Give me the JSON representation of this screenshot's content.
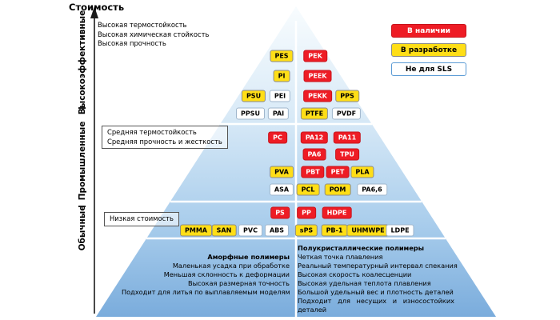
{
  "title": "Стоимость",
  "axis": {
    "tier_labels": [
      "Высокоэффективные",
      "Промышленные",
      "Обычные"
    ]
  },
  "legend": [
    {
      "label": "В наличии",
      "status": "available"
    },
    {
      "label": "В разработке",
      "status": "in_development"
    },
    {
      "label": "Не для SLS",
      "status": "not_for_sls"
    }
  ],
  "colors": {
    "available": "#EE1C25",
    "in_development": "#FFDE17",
    "not_for_sls": "#FFFFFF",
    "pyramid_top": "#F8FCFE",
    "pyramid_bottom": "#7AACDC"
  },
  "tiers": [
    {
      "name": "Высокоэффективные",
      "notes": [
        "Высокая термостойкость",
        "Высокая химическая стойкость",
        "Высокая прочность"
      ],
      "chips": [
        {
          "label": "PES",
          "status": "in_development"
        },
        {
          "label": "PEK",
          "status": "available"
        },
        {
          "label": "PI",
          "status": "in_development"
        },
        {
          "label": "PEEK",
          "status": "available"
        },
        {
          "label": "PSU",
          "status": "in_development"
        },
        {
          "label": "PEI",
          "status": "not_for_sls"
        },
        {
          "label": "PEKK",
          "status": "available"
        },
        {
          "label": "PPS",
          "status": "in_development"
        },
        {
          "label": "PPSU",
          "status": "not_for_sls"
        },
        {
          "label": "PAI",
          "status": "not_for_sls"
        },
        {
          "label": "PTFE",
          "status": "in_development"
        },
        {
          "label": "PVDF",
          "status": "not_for_sls"
        }
      ]
    },
    {
      "name": "Промышленные",
      "notes": [
        "Средняя термостойкость",
        "Средняя прочность и жесткость"
      ],
      "chips": [
        {
          "label": "PC",
          "status": "available"
        },
        {
          "label": "PA12",
          "status": "available"
        },
        {
          "label": "PA11",
          "status": "available"
        },
        {
          "label": "PA6",
          "status": "available"
        },
        {
          "label": "TPU",
          "status": "available"
        },
        {
          "label": "PVA",
          "status": "in_development"
        },
        {
          "label": "PBT",
          "status": "available"
        },
        {
          "label": "PET",
          "status": "available"
        },
        {
          "label": "PLA",
          "status": "in_development"
        },
        {
          "label": "ASA",
          "status": "not_for_sls"
        },
        {
          "label": "PCL",
          "status": "in_development"
        },
        {
          "label": "POM",
          "status": "in_development"
        },
        {
          "label": "PA6,6",
          "status": "not_for_sls"
        }
      ]
    },
    {
      "name": "Обычные",
      "notes": [
        "Низкая стоимость"
      ],
      "chips": [
        {
          "label": "PS",
          "status": "available"
        },
        {
          "label": "PP",
          "status": "available"
        },
        {
          "label": "HDPE",
          "status": "available"
        },
        {
          "label": "PMMA",
          "status": "in_development"
        },
        {
          "label": "SAN",
          "status": "in_development"
        },
        {
          "label": "PVC",
          "status": "not_for_sls"
        },
        {
          "label": "ABS",
          "status": "not_for_sls"
        },
        {
          "label": "sPS",
          "status": "in_development"
        },
        {
          "label": "PB-1",
          "status": "in_development"
        },
        {
          "label": "UHMWPE",
          "status": "in_development"
        },
        {
          "label": "LDPE",
          "status": "not_for_sls"
        }
      ]
    }
  ],
  "columns": {
    "amorphous": {
      "title": "Аморфные полимеры",
      "items": [
        "Маленькая усадка при обработке",
        "Меньшая склонность к деформации",
        "Высокая размерная точность",
        "Подходит для литья по выплавляемым моделям"
      ]
    },
    "semicrystalline": {
      "title": "Полукристаллические полимеры",
      "items": [
        "Четкая точка плавления",
        "Реальный температурный интервал спекания",
        "Высокая скорость коалесценции",
        "Высокая удельная теплота плавления",
        "Большой удельный вес и плотность деталей",
        "Подходит для несущих и износостойких деталей"
      ]
    }
  }
}
